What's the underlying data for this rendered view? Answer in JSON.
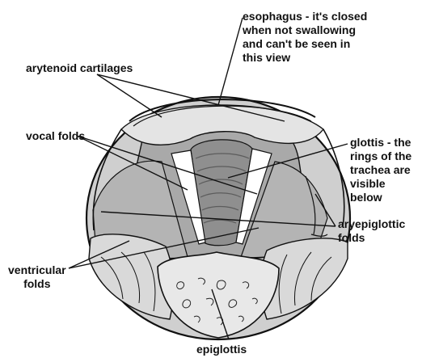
{
  "diagram": {
    "labels": {
      "esophagus": [
        "esophagus - it's closed",
        "when not swallowing",
        "and can't be seen in",
        "this view"
      ],
      "arytenoid": [
        "arytenoid cartilages"
      ],
      "vocal_folds": [
        "vocal folds"
      ],
      "glottis": [
        "glottis - the",
        "rings of the",
        "trachea are",
        "visible",
        "below"
      ],
      "aryepiglottic": [
        "aryepiglottic",
        "folds"
      ],
      "ventricular": [
        "ventricular",
        "folds"
      ],
      "epiglottis": [
        "epiglottis"
      ]
    },
    "colors": {
      "outer_wall": "#cfcfcf",
      "fold_gray": "#a9a9a9",
      "trachea_rings": "#8f8f8f",
      "glottis_opening": "#ffffff",
      "outline": "#111111"
    }
  }
}
